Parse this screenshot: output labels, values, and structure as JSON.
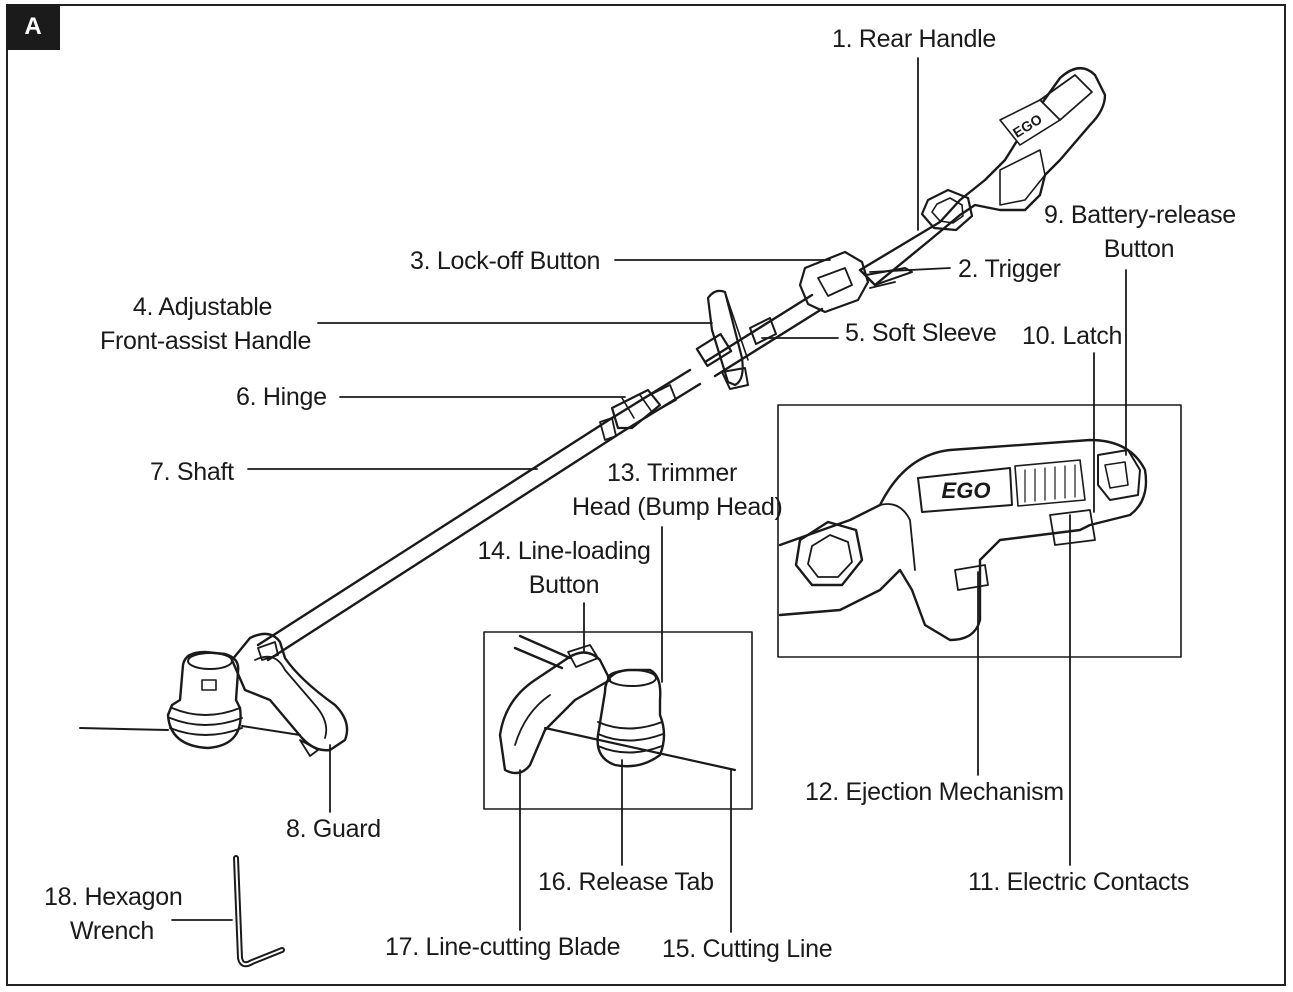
{
  "figure_letter": "A",
  "logo_text": "EGO",
  "labels": {
    "rear_handle": "1. Rear Handle",
    "trigger": "2. Trigger",
    "lock_off_button": "3. Lock-off Button",
    "front_handle_line1": "4. Adjustable",
    "front_handle_line2": "Front-assist Handle",
    "soft_sleeve": "5. Soft Sleeve",
    "hinge": "6. Hinge",
    "shaft": "7. Shaft",
    "guard": "8. Guard",
    "battery_release_line1": "9. Battery-release",
    "battery_release_line2": "Button",
    "latch": "10. Latch",
    "electric_contacts": "11. Electric Contacts",
    "ejection_mechanism": "12. Ejection Mechanism",
    "trimmer_head_line1": "13. Trimmer",
    "trimmer_head_line2": "Head (Bump Head)",
    "line_loading_line1": "14. Line-loading",
    "line_loading_line2": "Button",
    "cutting_line": "15. Cutting Line",
    "release_tab": "16. Release Tab",
    "line_cutting_blade": "17. Line-cutting Blade",
    "hex_wrench_line1": "18. Hexagon",
    "hex_wrench_line2": "Wrench"
  }
}
